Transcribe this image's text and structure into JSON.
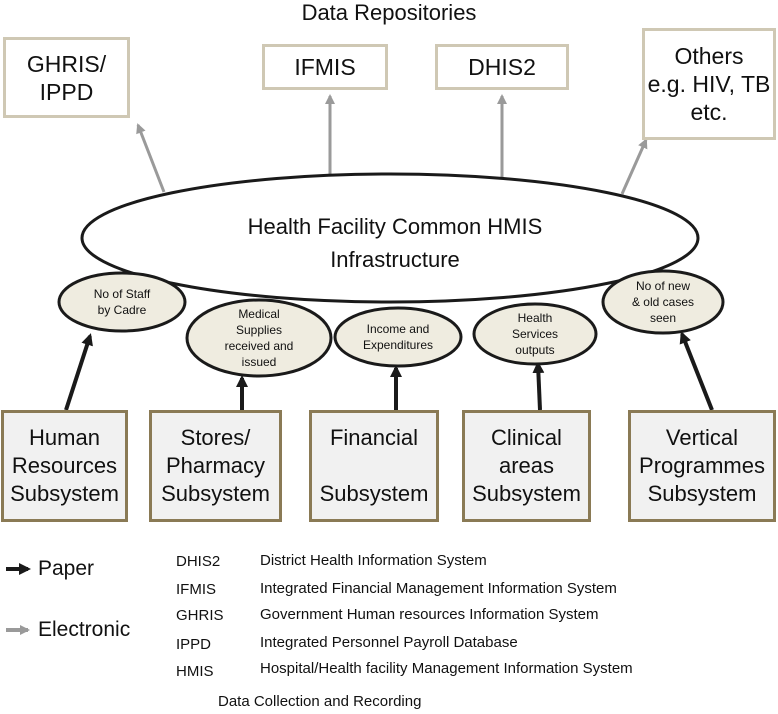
{
  "title": "Data Repositories",
  "repositories": [
    {
      "id": "ghris",
      "label": "GHRIS/\nIPPD"
    },
    {
      "id": "ifmis",
      "label": "IFMIS"
    },
    {
      "id": "dhis2",
      "label": "DHIS2"
    },
    {
      "id": "others",
      "label": "Others\ne.g. HIV, TB\netc."
    }
  ],
  "hub": {
    "label": "Health Facility Common HMIS\nInfrastructure"
  },
  "outputs": [
    {
      "id": "staff",
      "label": "No of Staff\nby Cadre"
    },
    {
      "id": "supplies",
      "label": "Medical\nSupplies\nreceived and\nissued"
    },
    {
      "id": "income",
      "label": "Income and\nExpenditures"
    },
    {
      "id": "services",
      "label": "Health\nServices\noutputs"
    },
    {
      "id": "cases",
      "label": "No of new\n& old cases\nseen"
    }
  ],
  "subsystems": [
    {
      "id": "hr",
      "label": "Human\nResources\nSubsystem"
    },
    {
      "id": "stores",
      "label": "Stores/\nPharmacy\nSubsystem"
    },
    {
      "id": "financial",
      "label": "Financial\n\nSubsystem"
    },
    {
      "id": "clinical",
      "label": "Clinical\nareas\nSubsystem"
    },
    {
      "id": "vertical",
      "label": "Vertical\nProgrammes\nSubsystem"
    }
  ],
  "legend": {
    "paper": {
      "label": "Paper",
      "color": "#1a1a1a"
    },
    "electronic": {
      "label": "Electronic",
      "color": "#9a9a9a"
    }
  },
  "abbreviations": [
    {
      "abbr": "DHIS2",
      "full": "District Health Information System"
    },
    {
      "abbr": "IFMIS",
      "full": "Integrated Financial Management Information System"
    },
    {
      "abbr": "GHRIS",
      "full": "Government Human resources Information System"
    },
    {
      "abbr": "IPPD",
      "full": "Integrated Personnel Payroll Database"
    },
    {
      "abbr": "HMIS",
      "full": "Hospital/Health facility Management Information System"
    }
  ],
  "footer": "Data Collection and Recording"
}
